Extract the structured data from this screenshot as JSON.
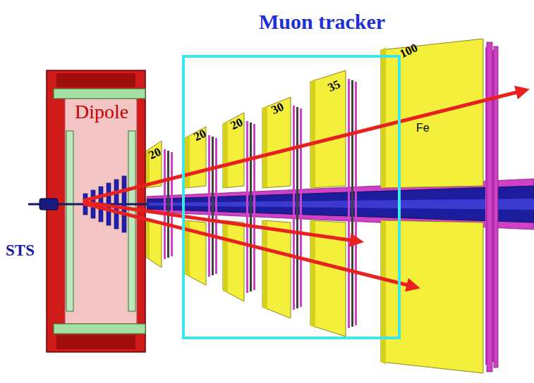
{
  "diagram": {
    "nodes": [
      {
        "text": [
          "Muon tracker"
        ]
      },
      {
        "text": [
          "Dipole"
        ]
      }
    ],
    "labels": [
      "STS",
      "20",
      "20",
      "20",
      "30",
      "35",
      "100",
      "Fe"
    ]
  }
}
